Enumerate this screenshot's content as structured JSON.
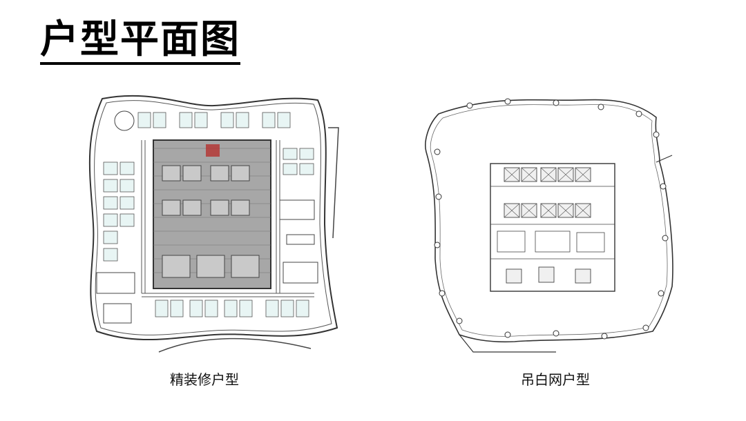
{
  "page": {
    "title": "户型平面图"
  },
  "plans": {
    "left": {
      "caption": "精装修户型",
      "icon": "furnished-floor-plan"
    },
    "right": {
      "caption": "吊白网户型",
      "icon": "shell-floor-plan"
    }
  },
  "colors": {
    "line": "#333333",
    "core_fill": "#9a9a9a",
    "furniture_accent": "#7fc3c0",
    "feature_red": "#b5322f"
  }
}
